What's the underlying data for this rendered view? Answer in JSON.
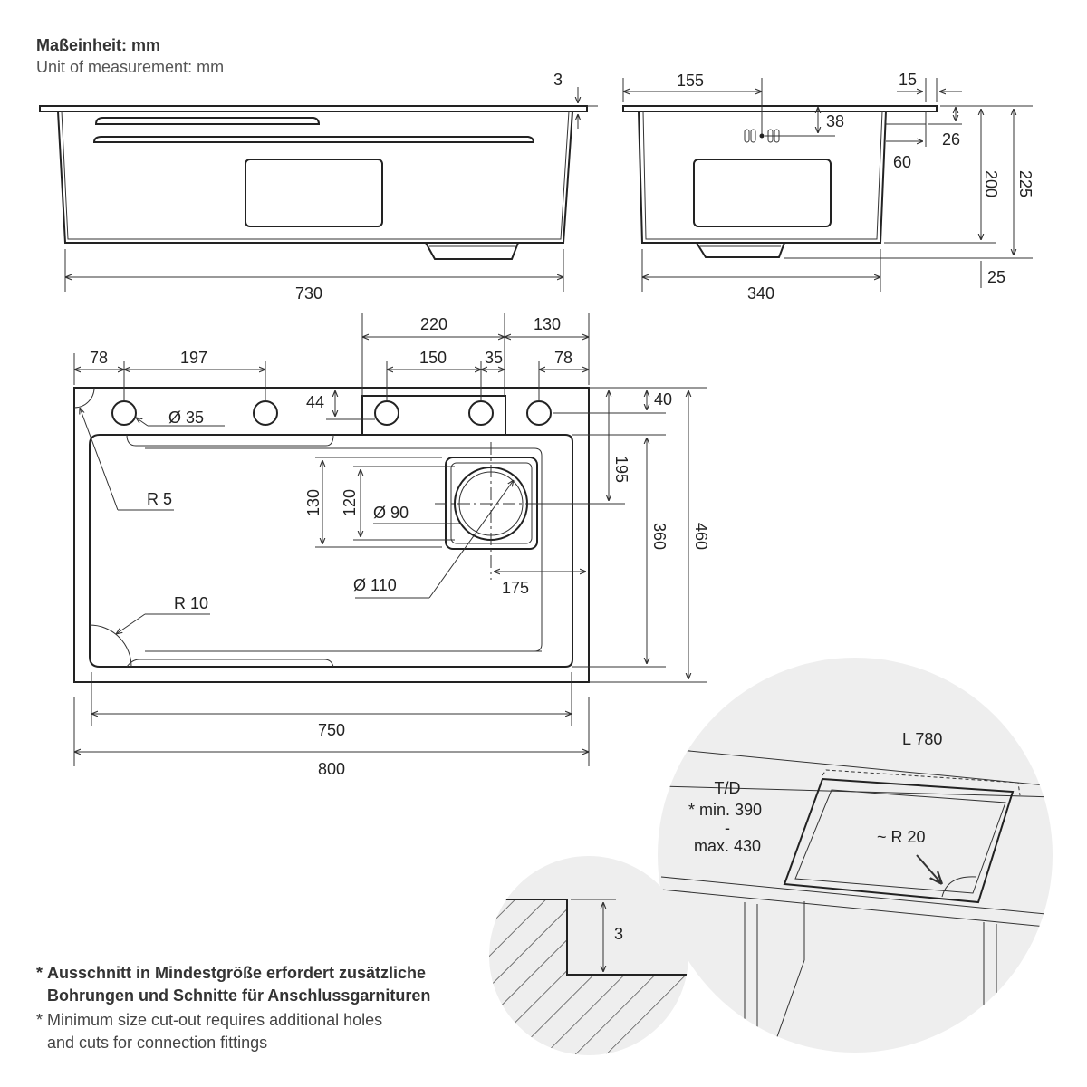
{
  "header": {
    "unit_de": "Maßeinheit: mm",
    "unit_en": "Unit of measurement: mm"
  },
  "notes": {
    "de_line1": "Ausschnitt in Mindestgröße erfordert zusätzliche",
    "de_line2": "Bohrungen und Schnitte für Anschlussgarnituren",
    "en_line1": "Minimum size cut-out requires additional holes",
    "en_line2": "and cuts for connection fittings",
    "star": "*"
  },
  "front_view": {
    "rim_thickness": "3",
    "width_bottom": "730"
  },
  "side_view": {
    "tap_offset": "155",
    "rim_step": "15",
    "hole_height": "38",
    "step_height": "26",
    "step_depth": "60",
    "depth_inner": "200",
    "depth_total": "225",
    "drain_depth": "25",
    "width_bottom": "340"
  },
  "top_view": {
    "d_220": "220",
    "d_130": "130",
    "d_78_left": "78",
    "d_197": "197",
    "d_150": "150",
    "d_35": "35",
    "d_78_right": "78",
    "d_44": "44",
    "d_40": "40",
    "hole_dia": "Ø 35",
    "corner_r5": "R 5",
    "d_195": "195",
    "basket_130": "130",
    "basket_120": "120",
    "drain_90": "Ø 90",
    "drain_110": "Ø 110",
    "d_175": "175",
    "d_360": "360",
    "d_460": "460",
    "corner_r10": "R 10",
    "d_750": "750",
    "d_800": "800"
  },
  "detail_install": {
    "length": "L 780",
    "td_label": "T/D",
    "min_depth": "min. 390",
    "dash": "-",
    "max_depth": "max. 430",
    "radius": "~ R 20"
  },
  "detail_rim": {
    "thickness": "3"
  }
}
